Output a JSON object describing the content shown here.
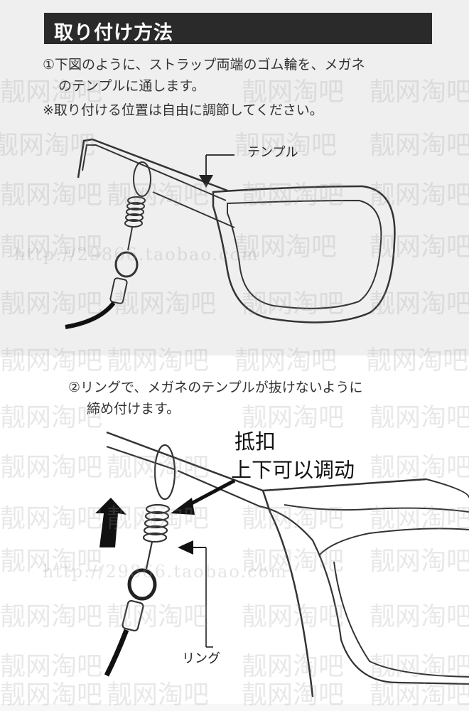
{
  "header": {
    "title": "取り付け方法"
  },
  "step1": {
    "line1": "①下図のように、ストラップ両端のゴム輪を、メガネ",
    "line2": "のテンプルに通します。"
  },
  "note": "※取り付ける位置は自由に調節してください。",
  "labels": {
    "temple": "テンプル",
    "ring": "リング"
  },
  "step2": {
    "line1": "②リングで、メガネのテンプルが抜けないように",
    "line2": "締め付けます。"
  },
  "annotation_cn": {
    "line1": "抵扣",
    "line2": "上下可以调动"
  },
  "watermark": {
    "text": "靓网淘吧",
    "url": "http://29866.taobao.com"
  }
}
